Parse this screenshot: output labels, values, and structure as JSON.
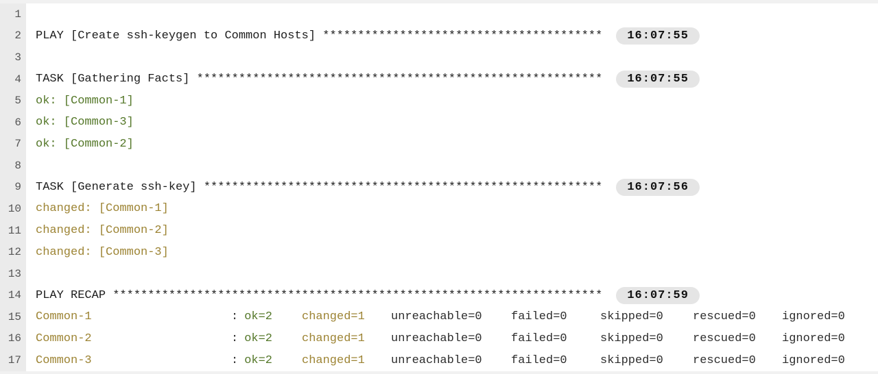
{
  "colors": {
    "ok_green": "#55782a",
    "changed_yellow": "#9d8434",
    "text_dark": "#1d1d1d",
    "recap_neutral": "#2d2d2d",
    "line_number_gray": "#555555",
    "gutter_bg": "#ebebeb",
    "badge_bg": "#e5e5e5"
  },
  "gutter": [
    "1",
    "2",
    "3",
    "4",
    "5",
    "6",
    "7",
    "8",
    "9",
    "10",
    "11",
    "12",
    "13",
    "14",
    "15",
    "16",
    "17"
  ],
  "content": {
    "play": {
      "text": "PLAY [Create ssh-keygen to Common Hosts] ****************************************",
      "time": "16:07:55"
    },
    "task_gathering": {
      "text": "TASK [Gathering Facts] **********************************************************",
      "time": "16:07:55"
    },
    "ok_lines": [
      "ok: [Common-1]",
      "ok: [Common-3]",
      "ok: [Common-2]"
    ],
    "task_generate": {
      "text": "TASK [Generate ssh-key] *********************************************************",
      "time": "16:07:56"
    },
    "changed_lines": [
      "changed: [Common-1]",
      "changed: [Common-2]",
      "changed: [Common-3]"
    ],
    "recap": {
      "text": "PLAY RECAP **********************************************************************",
      "time": "16:07:59"
    },
    "recap_rows": [
      {
        "host": "Common-1",
        "colon": ":",
        "ok": "ok=2",
        "changed": "changed=1",
        "unreachable": "unreachable=0",
        "failed": "failed=0",
        "skipped": "skipped=0",
        "rescued": "rescued=0",
        "ignored": "ignored=0"
      },
      {
        "host": "Common-2",
        "colon": ":",
        "ok": "ok=2",
        "changed": "changed=1",
        "unreachable": "unreachable=0",
        "failed": "failed=0",
        "skipped": "skipped=0",
        "rescued": "rescued=0",
        "ignored": "ignored=0"
      },
      {
        "host": "Common-3",
        "colon": ":",
        "ok": "ok=2",
        "changed": "changed=1",
        "unreachable": "unreachable=0",
        "failed": "failed=0",
        "skipped": "skipped=0",
        "rescued": "rescued=0",
        "ignored": "ignored=0"
      }
    ]
  }
}
